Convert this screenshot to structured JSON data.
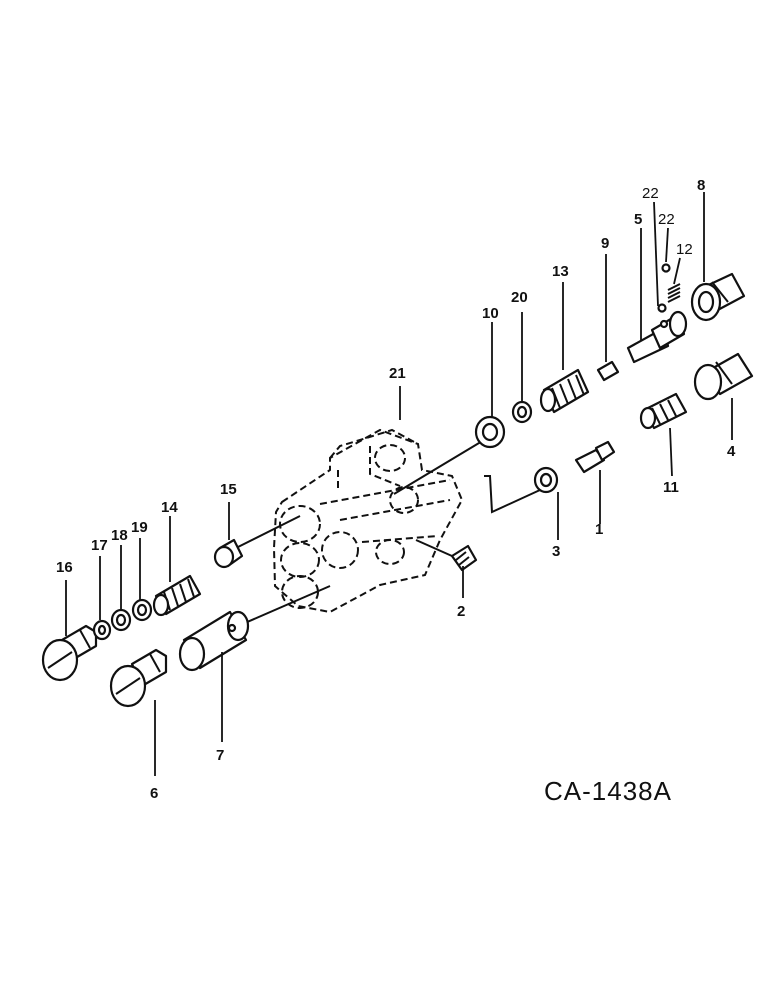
{
  "drawing_number": "CA-1438A",
  "callouts": {
    "c1": "1",
    "c2": "2",
    "c3": "3",
    "c4": "4",
    "c5": "5",
    "c6": "6",
    "c7": "7",
    "c8": "8",
    "c9": "9",
    "c10": "10",
    "c11": "11",
    "c12": "12",
    "c13": "13",
    "c14": "14",
    "c15": "15",
    "c16": "16",
    "c17": "17",
    "c18": "18",
    "c19": "19",
    "c20": "20",
    "c21": "21",
    "c22a": "22",
    "c22b": "22"
  }
}
